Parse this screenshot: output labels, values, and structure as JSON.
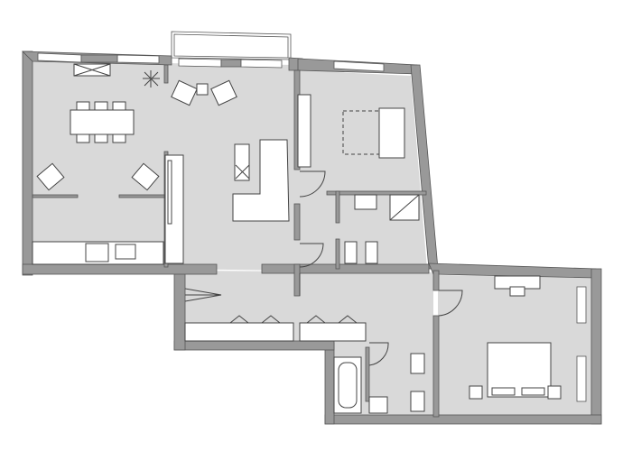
{
  "diagram": {
    "kind": "floor plan",
    "colors": {
      "wall": "#999999",
      "floor": "#d9d9d9",
      "furniture": "#ffffff",
      "line": "#444444"
    },
    "rooms": [
      "living-dining",
      "kitchen",
      "sitting-room",
      "bathroom-1",
      "hallway",
      "bathroom-2",
      "bedroom"
    ]
  }
}
